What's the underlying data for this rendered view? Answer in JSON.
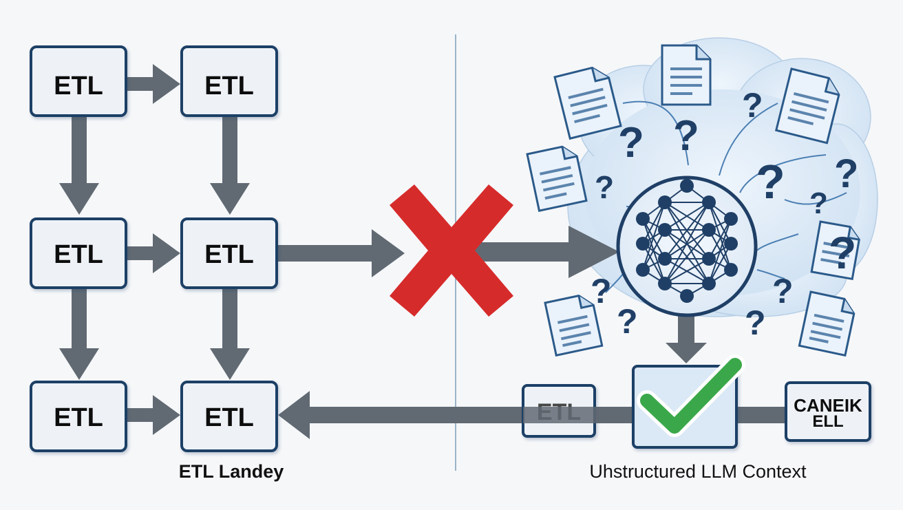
{
  "colors": {
    "background": "#f6f7f9",
    "box_fill": "#eef2f7",
    "box_stroke": "#1f3f66",
    "arrow": "#616a73",
    "cross": "#d62b2b",
    "check": "#3aa84a",
    "cloud": "#d6e6f4",
    "node": "#1f3f66",
    "doc_fill": "#eaf2fb",
    "doc_stroke": "#2b5a8a",
    "question": "#1f3f66",
    "divider": "#9ab4c8"
  },
  "left_panel": {
    "box_label": "ETL",
    "caption": "ETL Landey"
  },
  "right_panel": {
    "etl_box_label": "ETL",
    "canek_line1": "CANEIK",
    "canek_line2": "ELL",
    "caption": "Uhstructured LLM Context"
  },
  "question_mark": "?",
  "icons": [
    "cross-icon",
    "check-icon",
    "neural-network-icon",
    "document-icon",
    "question-mark-icon",
    "cloud-icon"
  ]
}
